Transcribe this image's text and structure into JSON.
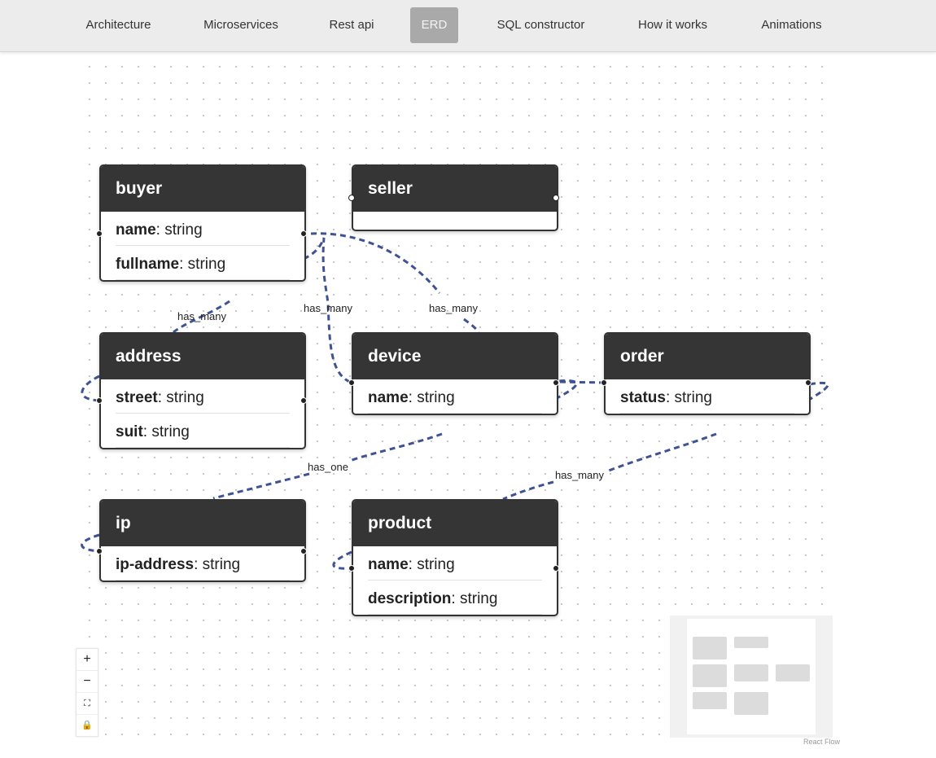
{
  "nav": [
    "Architecture",
    "Microservices",
    "Rest api",
    "ERD",
    "SQL constructor",
    "How it works",
    "Animations"
  ],
  "nav_active": "ERD",
  "entities": {
    "buyer": {
      "title": "buyer",
      "fields": [
        {
          "name": "name",
          "type": ": string"
        },
        {
          "name": "fullname",
          "type": ": string"
        }
      ]
    },
    "seller": {
      "title": "seller",
      "fields": []
    },
    "address": {
      "title": "address",
      "fields": [
        {
          "name": "street",
          "type": ": string"
        },
        {
          "name": "suit",
          "type": ": string"
        }
      ]
    },
    "device": {
      "title": "device",
      "fields": [
        {
          "name": "name",
          "type": ": string"
        }
      ]
    },
    "order": {
      "title": "order",
      "fields": [
        {
          "name": "status",
          "type": ": string"
        }
      ]
    },
    "ip": {
      "title": "ip",
      "fields": [
        {
          "name": "ip-address",
          "type": ": string"
        }
      ]
    },
    "product": {
      "title": "product",
      "fields": [
        {
          "name": "name",
          "type": ": string"
        },
        {
          "name": "description",
          "type": ": string"
        }
      ]
    }
  },
  "relations": [
    {
      "from": "buyer",
      "to": "address",
      "label": "has_many"
    },
    {
      "from": "buyer",
      "to": "device",
      "label": "has_many"
    },
    {
      "from": "buyer",
      "to": "order",
      "label": "has_many"
    },
    {
      "from": "device",
      "to": "ip",
      "label": "has_one"
    },
    {
      "from": "order",
      "to": "product",
      "label": "has_many"
    }
  ],
  "controls": {
    "zoom_in": "+",
    "zoom_out": "−",
    "fit_view": "⛶",
    "lock": "🔒"
  },
  "attribution": "React Flow",
  "colors": {
    "edge": "#3f5394",
    "node_header": "#353535",
    "active_nav": "#a9a9a9"
  }
}
